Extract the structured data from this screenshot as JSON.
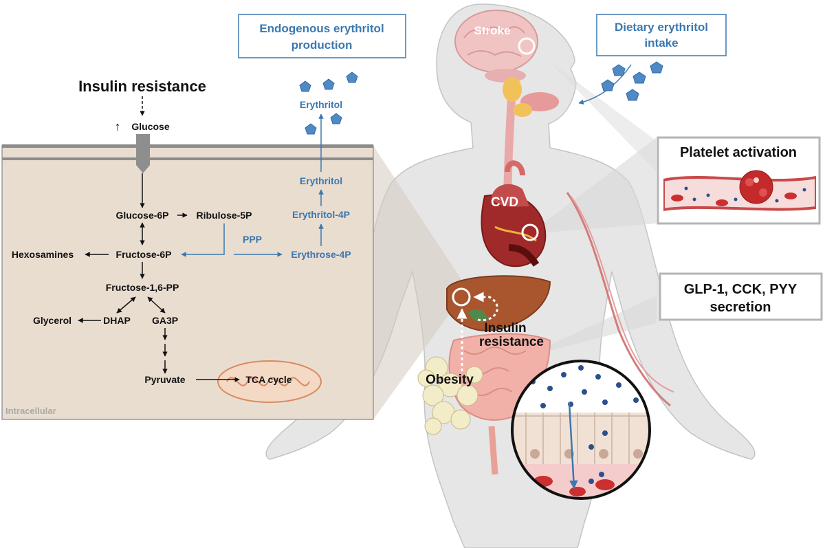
{
  "colors": {
    "blue": "#3a78b0",
    "pentagon": "#4f8ac4",
    "cell_bg": "#e9ddd0",
    "membrane": "#8c8c8c",
    "body": "#e6e6e6",
    "organ_red": "#d07a7a",
    "heart": "#9c2a2a"
  },
  "labels": {
    "insulin_resistance": "Insulin resistance",
    "glucose": "Glucose",
    "up_arrow": "↑",
    "glucose_6p": "Glucose-6P",
    "ribulose_5p": "Ribulose-5P",
    "hexosamines": "Hexosamines",
    "fructose_6p": "Fructose-6P",
    "fructose_16pp": "Fructose-1,6-PP",
    "glycerol": "Glycerol",
    "dhap": "DHAP",
    "ga3p": "GA3P",
    "pyruvate": "Pyruvate",
    "tca_cycle": "TCA cycle",
    "intracellular": "Intracellular",
    "ppp": "PPP",
    "erythrose_4p": "Erythrose-4P",
    "erythritol_4p": "Erythritol-4P",
    "erythritol_inner": "Erythritol",
    "erythritol_outer": "Erythritol",
    "endogenous_line1": "Endogenous erythritol",
    "endogenous_line2": "production",
    "dietary_line1": "Dietary erythritol",
    "dietary_line2": "intake",
    "stroke": "Stroke",
    "cvd": "CVD",
    "insulin_line1": "Insulin",
    "insulin_line2": "resistance",
    "obesity": "Obesity",
    "platelet_activation": "Platelet activation",
    "glp_line1": "GLP-1, CCK, PYY",
    "glp_line2": "secretion"
  }
}
